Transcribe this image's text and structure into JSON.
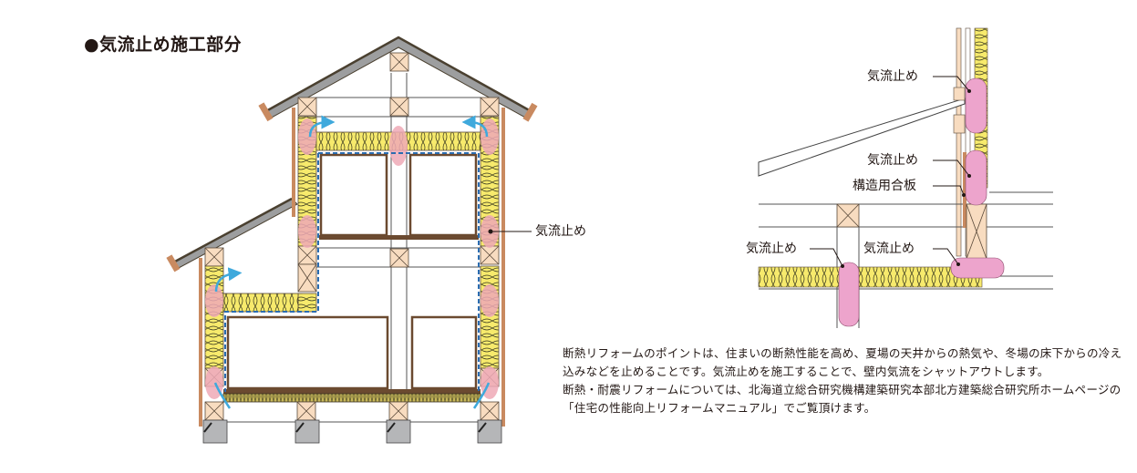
{
  "title": "●気流止め施工部分",
  "house_section": {
    "label_airstop": "気流止め",
    "legend": {
      "insulation_color": "#f7ea6c",
      "airstop_color": "#eea9b6",
      "airflow_color": "#3fa9dc",
      "timber_color": "#f8dcc0",
      "foundation_color": "#b5b6b8",
      "roof_color": "#9d9e9f"
    }
  },
  "detail": {
    "labels": {
      "airstop_top": "気流止め",
      "airstop_mid": "気流止め",
      "plywood": "構造用合板",
      "airstop_bottom_left": "気流止め",
      "airstop_bottom_right": "気流止め"
    },
    "airstop_color": "#eda4cc"
  },
  "description": {
    "paragraph1": "断熱リフォームのポイントは、住まいの断熱性能を高め、夏場の天井からの熱気や、冬場の床下からの冷え込みなどを止めることです。気流止めを施工することで、壁内気流をシャットアウトします。",
    "paragraph2": "断熱・耐震リフォームについては、北海道立総合研究機構建築研究本部北方建築総合研究所ホームページの「住宅の性能向上リフォームマニュアル」でご覧頂けます。"
  }
}
